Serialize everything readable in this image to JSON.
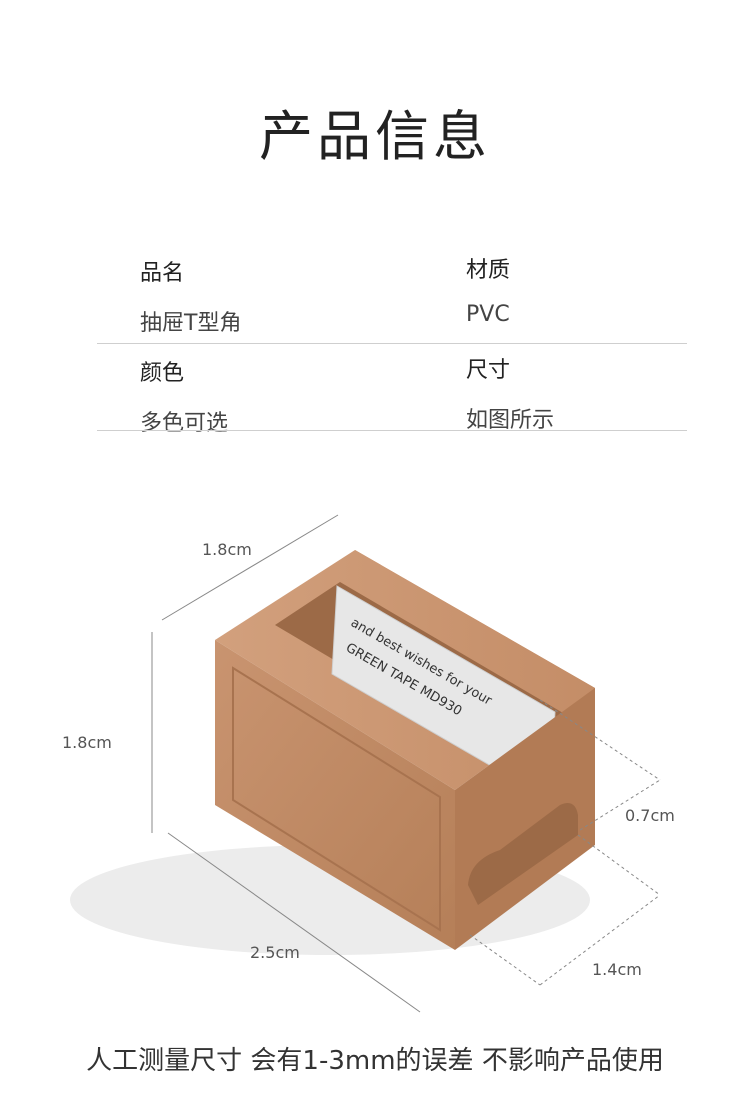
{
  "title": "产品信息",
  "specs": [
    {
      "label": "品名",
      "value": "抽屉T型角"
    },
    {
      "label": "材质",
      "value": "PVC"
    },
    {
      "label": "颜色",
      "value": "多色可选"
    },
    {
      "label": "尺寸",
      "value": "如图所示"
    }
  ],
  "dimensions": {
    "top_width": "1.8cm",
    "height": "1.8cm",
    "slot": "0.7cm",
    "length": "2.5cm",
    "depth": "1.4cm"
  },
  "tape_text": [
    "and best wishes for your",
    "GREEN TAPE MD930"
  ],
  "footer": "人工测量尺寸 会有1-3mm的误差 不影响产品使用",
  "colors": {
    "product": "#c8906a",
    "product_dark": "#a8734f",
    "tape": "#e7e7e7"
  }
}
